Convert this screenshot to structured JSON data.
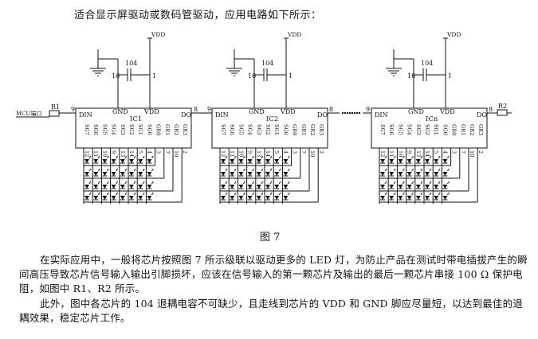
{
  "intro_text": "适合显示屏驱动或数码管驱动，应用电路如下所示：",
  "figure": {
    "caption": "图 7",
    "mcu_label": "MCU端口",
    "vdd_label": "VDD",
    "gnd_label": "GND",
    "din_label": "DIN",
    "do_label": "DO",
    "cap_label": "104",
    "r1_label": "R1",
    "r2_label": "R2",
    "pin_labels": {
      "din_pin": "9",
      "do_pin": "8",
      "gnd_pin": "16",
      "vdd_pin": "1"
    },
    "chips": [
      {
        "name": "IC1"
      },
      {
        "name": "IC2"
      },
      {
        "name": "ICn"
      }
    ],
    "seg_pins": [
      {
        "label": "SG7",
        "num": "12"
      },
      {
        "label": "SG6",
        "num": "11"
      },
      {
        "label": "SG5",
        "num": "10"
      },
      {
        "label": "SG4",
        "num": "9"
      },
      {
        "label": "SG3",
        "num": "13"
      },
      {
        "label": "SG2",
        "num": "14"
      },
      {
        "label": "SG1",
        "num": "5"
      },
      {
        "label": "SG0",
        "num": "4"
      },
      {
        "label": "GR0",
        "num": "3"
      },
      {
        "label": "GR1",
        "num": "7"
      },
      {
        "label": "GR2",
        "num": "10"
      },
      {
        "label": "GR3",
        "num": "2"
      }
    ]
  },
  "paragraph1": "在实际应用中，一般将芯片按照图 7 所示级联以驱动更多的 LED 灯，为防止产品在测试时带电插拔产生的瞬间高压导致芯片信号输入输出引脚损坏，应该在信号输入的第一颗芯片及输出的最后一颗芯片串接 100 Ω 保护电阻，如图中 R1、R2 所示。",
  "paragraph2": "此外，图中各芯片的 104 退耦电容不可缺少，且走线到芯片的 VDD 和 GND 脚应尽量短，以达到最佳的退耦效果，稳定芯片工作。"
}
